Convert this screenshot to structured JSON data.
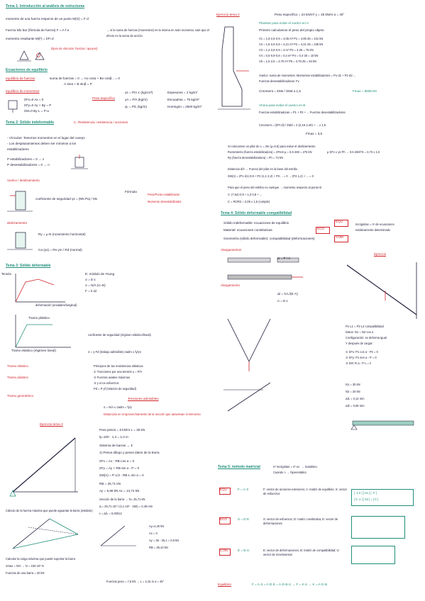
{
  "left": {
    "tema1": {
      "title": "Tema 1: Introducción al análisis de estructuras",
      "lines": [
        "momento de una fuerza respecto de un punto  M(O) = F·d",
        "Fuerza kilo bar (fórmula de fuerza)  F = A·f·a",
        "momento resultante  M(F) = ΣFi·d",
        "→ si la suma de fuerzas (momentos) es la misma en todo momento, vale que el",
        "  efecto es la suma de acción"
      ],
      "note": "(tipos de vínculos: fuerzas / apoyos)"
    },
    "equilibrio": {
      "title": "Ecuaciones de equilibrio",
      "sub1": "equilibrio de fuerzas",
      "sub1_text": "suma de fuerzas = 0 → Ax·cosα + Bx·cosβ... = 0",
      "sub1_eq": "A·sinα + B·sinβ = P",
      "sub2": "equilibrio de momentos",
      "eqs": [
        "ΣFx=0   Ax = 0",
        "ΣFy=0   Ay + By = P",
        "ΣM=0   By·L = P·a"
      ],
      "peso": "Peso específico",
      "peso_lines": [
        "γs = P/A·L (kg/cm³)",
        "γA = P/A (kg/m)",
        "γL = P/L (kg/m)"
      ],
      "peso_right": [
        "Espesores = 2 kg/m²",
        "Escuadras = 75 kg/m²",
        "Hormigón = 2500 kg/m³"
      ]
    },
    "tema2": {
      "title": "Tema 2: Sólido indeformable",
      "subtitle": "C. Resistencia: resistencia / acciones",
      "lines": [
        "- Vínculos: Tenemos momentos en el lugar del cuerpo",
        "- Los desplazamientos deben ser mínimos a los",
        "  estabilizadores",
        "P estabilizadores = 0 → n",
        "P desestabilizadores = 0 → n"
      ],
      "vuelco": "Vuelco / deslizamiento",
      "coef": "coeficiente de seguridad  γs = (Ms·Pa) / Mv",
      "formula": "Fórmula",
      "notes": [
        "Peso/Punto estabilizador",
        "Momento desestabilizador"
      ],
      "desliz": "deslizamiento",
      "desliz_eq": "Ry = μ·N  (rozamiento horizontal)",
      "desliz_eq2": "Ca·(γs) = Rs·γm / Rd (normal)"
    },
    "tema3": {
      "title": "Tema 3: Sólido deformable",
      "axis_y": "Tensión",
      "axis_x": "deformación (unidades/longitud)",
      "defs": [
        "E: módulo de Young",
        "σ = E·ε",
        "σ = N/A (σ=N)",
        "F = k·Δl"
      ],
      "fluencia": "Tramo plástico",
      "elastico": "Tramo elástico (régimen lineal)",
      "resist": "coeficiente de seguridad (régimen elástico/lineal)",
      "eq": "σ = γ·Fd (trabajo admisible)  σadm ≤ fy/γs",
      "tramo_elastico": "Tramo elástico",
      "tramo_plastico": "Tramo plástico",
      "tramo_geom": "Tramo geométrico",
      "right_list": [
        "Principios de las resistencias elásticas",
        "① Tracciones por una tensión γ = P/A",
        "② Fuerzas axiales máximas",
        "③ y a los esfuerzos",
        "Pd = P·γf (relación de seguridad)"
      ],
      "tensiones": "Tensiones admisibles",
      "tens_eq": "σ = N/A ≤ σadm = fy/γ",
      "nota": "Distancias en el aprovechamiento de la sección que atraviesan el elemento"
    },
    "ejercicio": {
      "title": "Ejercicio tema 3",
      "lines": [
        "Para pesos = 6 kN/m·L = 36 kN",
        "ly=100 · 1,4 = 1,4 m",
        "Sistema de barras → Σ",
        "1) Pesos dibujo y pesos datos de la barra",
        "ΣFx = Ax - RB·cos α = 0",
        "ΣFy = Ay + RB·sin α - P = 0",
        "ΣM(A) = P·L/2 - RB·L·sin α = 0",
        "RB = 25,71 kN",
        "Ay = 6,86 kN   Ax = 13,74 kN"
      ],
      "secc": "Sección de la barra → N= 25,71 kN",
      "results": [
        "Δ = 25,71·10³ / (2,1·10⁵ · 250) = 0,48 mm",
        "ε = Δ/L = 0,00012"
      ],
      "bottom_lines": [
        "Calcular la carga máxima que puede soportar la barra",
        "σmax = N/A → N = 150·10³ N",
        "Fuerzas de una barra = 20 kN"
      ],
      "bottom2": "Cálculo de la fuerza máxima que puede aguantar la barra (eslabón)",
      "mini": [
        "Ay=4,40 kN",
        "Ax = 0",
        "Ay = 36 - 35,1 = 0,9 kN",
        "RB = 35,10 kN"
      ],
      "last": "Fuerzas peso = 7,5 kN → L = 2,15 m   α = 45°"
    }
  },
  "right": {
    "ejercicio2": {
      "title": "Ejercicio tema 2",
      "head": "Peso específico = 24 kN/m³   γ = 25 kN/m   α = 40°",
      "lines": [
        "Plantear para evitar el vuelco en A",
        "Primero calculamos el peso del propio objeto",
        "V1 = 1,8·2,5·0,9 = 4,05 m³   P1 = 4,05·25 = 101 kN",
        "V2 = 1,8·2,6·0,9 = 4,21 m³   P2 = 4,21·25 = 105 kN",
        "V3 = 1,2·2,8·0,9 = 3 m³      P3 = 3·25 = 75 kN",
        "V4 = 0,5·0,9·0,9 = 0,4 m³    P4 = 0,4·25 = 10 kN",
        "V5 = 1,5·2,5 = 3,75 m³       P5 = 3,75·25 = 94 kN"
      ],
      "vuelco": "Vuelco: suma de momentos: Momentos estabilizadores = P1·d1 + P2·d2 ...",
      "vuelco2": "Fuerzas desestabilizadoras: Fv",
      "cond": "Cmoment = ΣMe / ΣMd ≥ 1,5",
      "cond_val": "Fmax = 8606 kN",
      "ahora": "Ahora para evitar el vuelco en B",
      "ahora2": "Fuerzas estabilizadoras = P1 + P2 + ... Fuerzas desestabilizadoras",
      "cond2": "Cmoment = (ΣPi·di) / ΣMd = 2·(2,15·2,40) + ... ≥ 1,5",
      "fmax": "Fmax = 3,6"
    },
    "desliz": {
      "lines": [
        "Si colocamos un pilar de L = 3m (μ=0,6) para evitar el deslizamiento",
        "Rozamiento (fuerza estabilizadora) = ΣFest·μ = 0,6·460 = 276 kN",
        "Ry (fuerza desestabilizadora) = Fh = 74 kN",
        "μ·ΣFv ≥ γs·Fh → 0,6·460/74 = 3,73 ≥ 1,5",
        "Distancia d/2 → Fuerza del pilar en la base del estribo",
        "ΣM(A) = (P1·d1)·0,9 + P2·(1,1·2,2) + P3·... = 0 → (P4·1,2) + ... = 0",
        "Para que el peso del estribo no vuelque → momento respecto al punto B",
        "A: (7,54)·0,9 + 1,2·0,8 + ...",
        "C = R1/R2 = 2,05 ≥ 1,5 (cumple)"
      ]
    },
    "tema4": {
      "title": "Tema 4: Sólido deformable compatibilidad",
      "items": [
        "Sólido indeformable: ecuaciones de equilibrio",
        "Material: ecuaciones constitutivas",
        "Geometría (sólido deformable): compatibilidad (deformaciones)"
      ],
      "tags": [
        "EQU",
        "ECO",
        "COM"
      ],
      "side": [
        "Incógnitas = nº de ecuaciones",
        "estáticamente determinado"
      ],
      "alarg": "Alargamientos",
      "alarg2": "Alargamiento",
      "ej_label": "Ejercicio",
      "eqs": [
        "N = P / A",
        "Δl = N·L/(E·A)",
        "σ = E·ε"
      ],
      "right_notes": [
        "P1·L1 = P2·L2 compatibilidad",
        "Datos: N1 = N2·cos α",
        "Configuración: se deforma igual",
        "Y después de cargar:",
        "① ΣFx: P1 cos α - P2 = 0",
        "② ΣFy: P1 sen α - P = 0",
        "③ ΣM: R·a - P·L = 0"
      ],
      "calc": [
        "N1 = 30 kN",
        "N2 = 20 kN",
        "Δl1 = 0,12 mm",
        "Δl2 = 0,08 mm"
      ]
    },
    "tema5": {
      "title": "Tema 5: método matricial",
      "intro": "nº incógnitas = nº ec. → isostático",
      "intro2": "Cuando > → hiperestático",
      "rows": [
        {
          "tag": "EQU",
          "eq": "F = A·S",
          "desc": "F: vector de acciones exteriores; A: matriz de equilibrio; S: vector de esfuerzos"
        },
        {
          "tag": "ECO",
          "eq": "S = D·E",
          "desc": "S: vector de esfuerzos; D: matriz constitutiva; E: vector de deformaciones"
        },
        {
          "tag": "COM",
          "eq": "E = B·U",
          "desc": "E: vector de deformaciones; B: matriz de compatibilidad; U: vector de movimientos"
        }
      ],
      "final_tag": "Equilibrio",
      "final_eq": "F = A·S = A·D·E = A·D·B·U → F = K·U → K = A·D·B",
      "matrix": "[ -1  0 ] [ S1 ]   [ -F ]",
      "matrix2": "[ 0  -1 ] [ S2 ] = [  0 ]"
    }
  }
}
